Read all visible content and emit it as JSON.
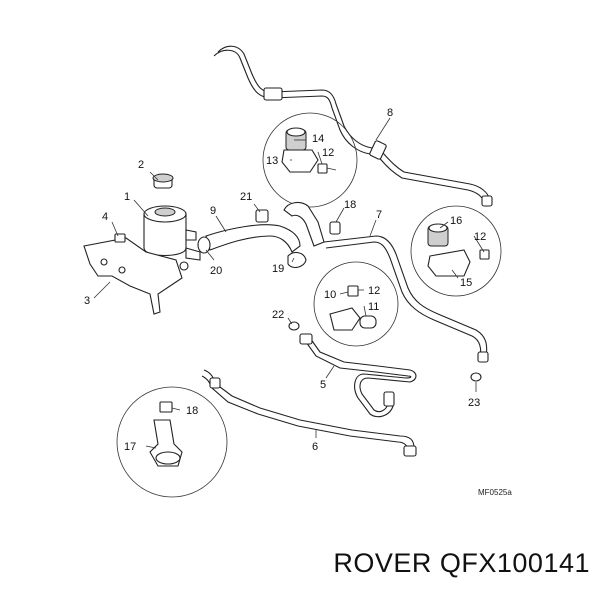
{
  "diagram": {
    "callouts": [
      "1",
      "2",
      "3",
      "4",
      "5",
      "6",
      "7",
      "8",
      "9",
      "10",
      "11",
      "12",
      "12",
      "12",
      "13",
      "14",
      "15",
      "16",
      "17",
      "18",
      "18",
      "19",
      "20",
      "21",
      "22",
      "23"
    ],
    "drawing_code": "MF0525a"
  },
  "footer": {
    "brand": "ROVER",
    "part_number": "QFX100141"
  }
}
